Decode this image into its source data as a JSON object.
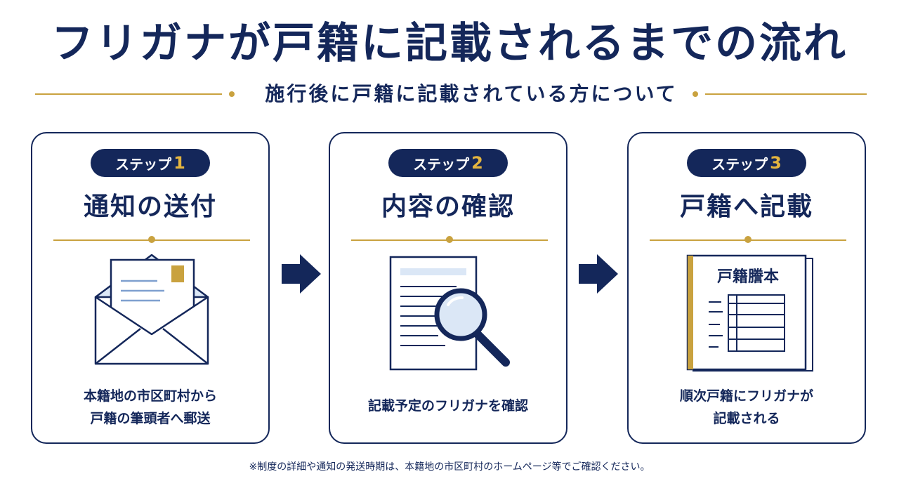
{
  "title": "フリガナが戸籍に記載されるまでの流れ",
  "subtitle": "施行後に戸籍に記載されている方について",
  "steps": [
    {
      "badge": "ステップ",
      "number": "1",
      "title": "通知の送付",
      "description": [
        "本籍地の市区町村から",
        "戸籍の筆頭者へ郵送"
      ],
      "icon": "envelope-letter-icon"
    },
    {
      "badge": "ステップ",
      "number": "2",
      "title": "内容の確認",
      "description": [
        "記載予定のフリガナを確認"
      ],
      "icon": "document-magnifier-icon"
    },
    {
      "badge": "ステップ",
      "number": "3",
      "title": "戸籍へ記載",
      "book_label": "戸籍謄本",
      "description": [
        "順次戸籍にフリガナが",
        "記載される"
      ],
      "icon": "register-book-icon"
    }
  ],
  "note": "※制度の詳細や通知の発送時期は、本籍地の市区町村のホームページ等でご確認ください。",
  "colors": {
    "navy": "#14275a",
    "gold": "#c9a23f",
    "light_blue": "#dbe7f6",
    "pill_number": "#e4b53f"
  }
}
